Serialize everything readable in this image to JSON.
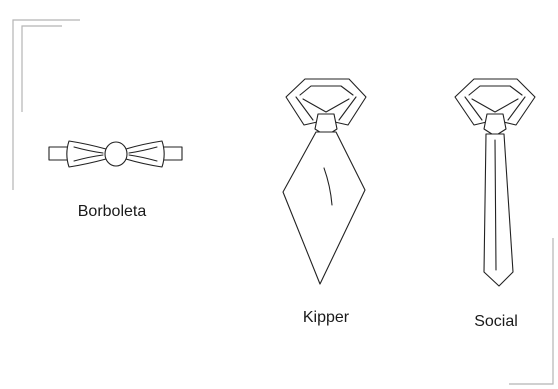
{
  "ties": [
    {
      "id": "borboleta",
      "label": "Borboleta"
    },
    {
      "id": "kipper",
      "label": "Kipper"
    },
    {
      "id": "social",
      "label": "Social"
    }
  ],
  "colors": {
    "stroke": "#222222",
    "frame": "#b5b5b5",
    "background": "#ffffff",
    "text": "#1a1a1a"
  }
}
